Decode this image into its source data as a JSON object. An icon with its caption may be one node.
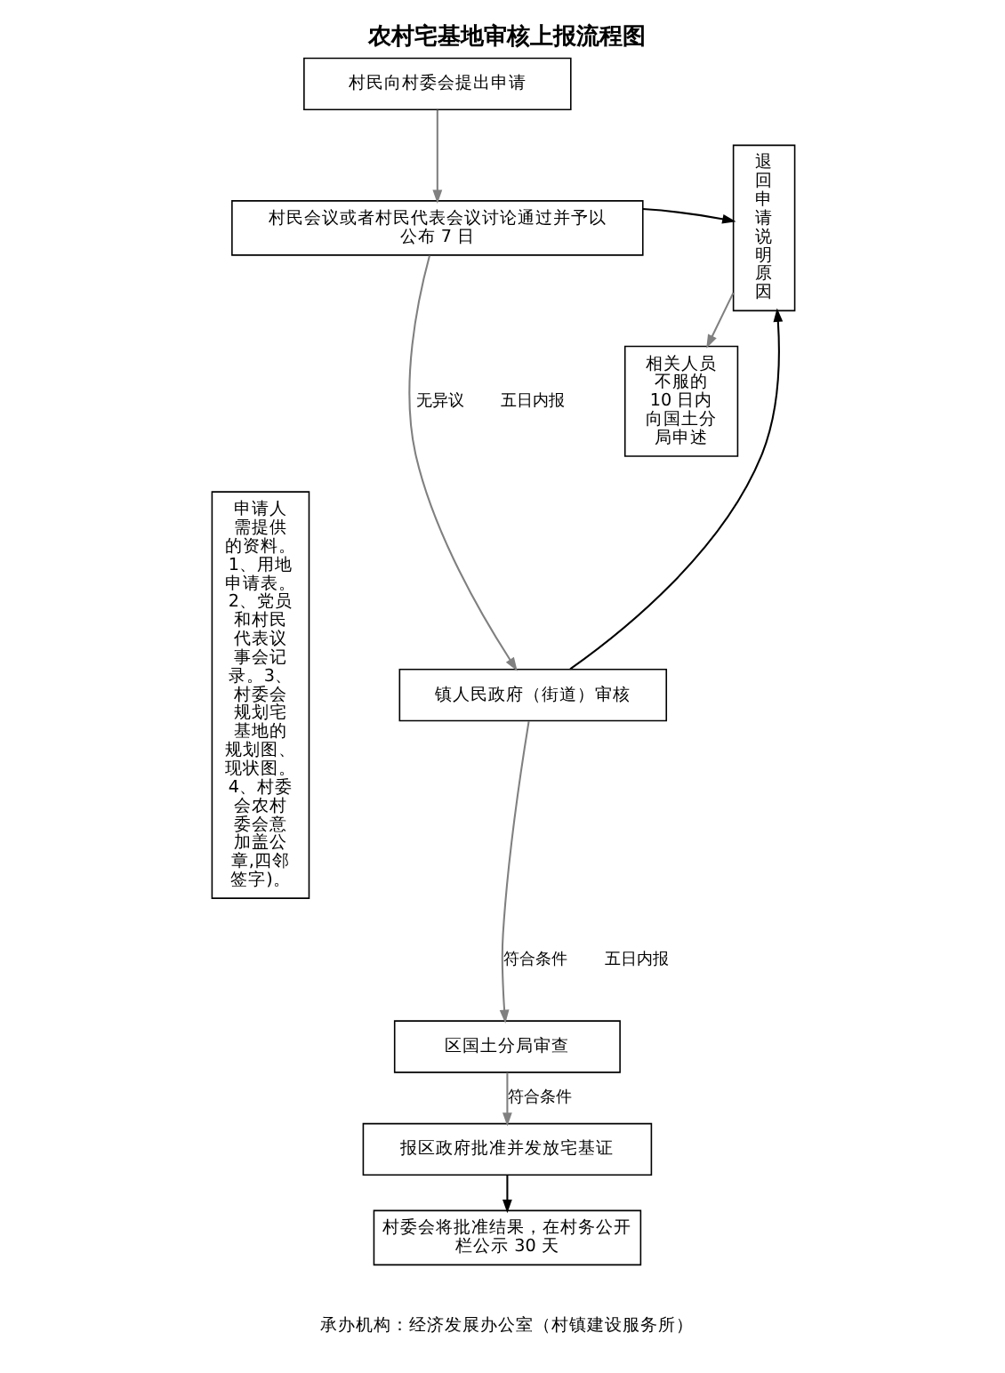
{
  "diagram": {
    "title": "农村宅基地审核上报流程图",
    "caption": "承办机构：经济发展办公室（村镇建设服务所）",
    "nodes": [
      {
        "text": [
          "村民向村委会提出申请"
        ]
      },
      {
        "text": [
          "申请人需提供的资料。1、用地申请表。2、党员和村民代表议事会记录。3、村委会规划宅基地的规划图、现状图。4、村委会农村委会意加盖公章,四邻签字)。"
        ]
      },
      {
        "text": [
          "村民会议或者村民代表会议讨论通过并予以公布 7 日"
        ]
      },
      {
        "text": [
          "退回申请说明原因"
        ]
      },
      {
        "text": [
          "镇人民政府（街道）审核"
        ]
      },
      {
        "text": [
          "区国土分局审查"
        ]
      },
      {
        "text": [
          "相关人员不服的 10 日内向国土分局申述"
        ]
      },
      {
        "text": [
          "报区政府批准并发放宅基证"
        ]
      },
      {
        "text": [
          "村委会将批准结果，在村务公开栏公示 30 天"
        ]
      }
    ],
    "edges": [
      {
        "from": 0,
        "to": 2,
        "arrow": "to"
      },
      {
        "from": 2,
        "to": 3,
        "arrow": "to",
        "color": "#000000"
      },
      {
        "from": 2,
        "to": 4,
        "arrow": "to",
        "label": "无异议"
      },
      {
        "from": 4,
        "to": 3,
        "arrow": "to",
        "color": "#000000"
      },
      {
        "from": 4,
        "to": 5,
        "arrow": "to",
        "label": "符合条件"
      },
      {
        "from": 3,
        "to": 6,
        "arrow": "to"
      },
      {
        "from": 5,
        "to": 7,
        "arrow": "to",
        "label": "符合条件"
      },
      {
        "from": 7,
        "to": 8,
        "arrow": "to",
        "color": "#000000"
      }
    ],
    "labels": [
      "五日内报",
      "五日内报"
    ]
  }
}
